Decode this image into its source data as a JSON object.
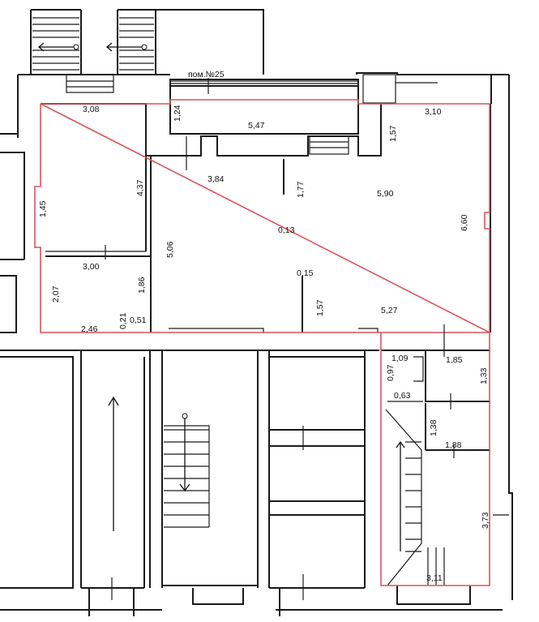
{
  "room_label": "пом.№25",
  "dimensions": {
    "d_308": "3,08",
    "d_124": "1,24",
    "d_547": "5,47",
    "d_157_top": "1,57",
    "d_310": "3,10",
    "d_145": "1,45",
    "d_437": "4,37",
    "d_384": "3,84",
    "d_177": "1,77",
    "d_590": "5,90",
    "d_660": "6,60",
    "d_013": "0,13",
    "d_506": "5,06",
    "d_300": "3,00",
    "d_015": "0,15",
    "d_207": "2,07",
    "d_186": "1,86",
    "d_157_mid": "1,57",
    "d_527": "5,27",
    "d_021": "0,21",
    "d_051": "0,51",
    "d_246": "2,46",
    "d_109": "1,09",
    "d_185": "1,85",
    "d_097": "0,97",
    "d_133": "1,33",
    "d_063": "0,63",
    "d_138": "1,38",
    "d_188": "1,88",
    "d_373": "3,73",
    "d_311": "3,11"
  },
  "colors": {
    "wall": "#1a1a1a",
    "premises_outline": "#d9535a",
    "background": "#ffffff"
  }
}
